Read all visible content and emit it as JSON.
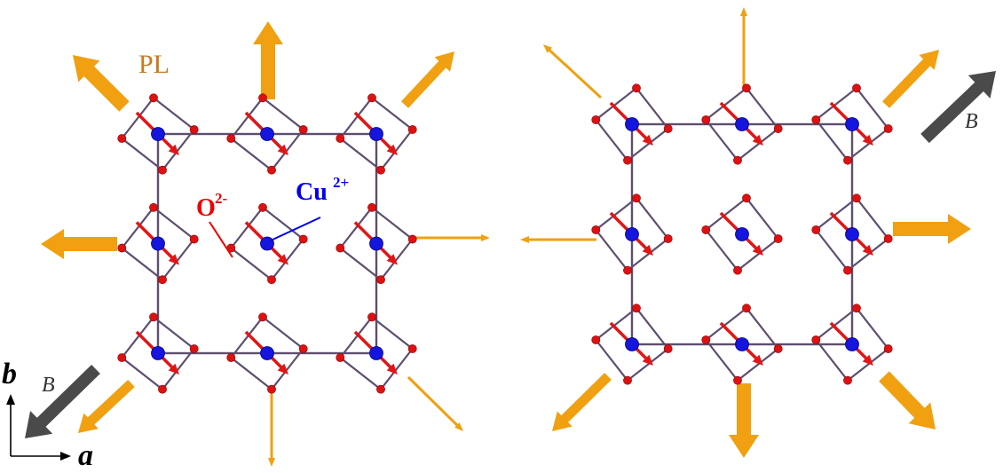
{
  "labels": {
    "pl": "PL",
    "oxygen": "O",
    "oxygen_charge": "2-",
    "copper": "Cu",
    "copper_charge": "2+",
    "axis_b": "b",
    "axis_a": "a",
    "field_left": "B",
    "field_right": "B"
  },
  "colors": {
    "pl_arrow": "#F0A010",
    "field_arrow": "#4A4A4A",
    "spin_arrow": "#E21515",
    "oxygen": "#DD1111",
    "copper": "#1515DD",
    "bond": "#5E4E6E",
    "oxygen_label": "#EE0000",
    "copper_label": "#0000EE",
    "pl_label": "#C87A1E"
  },
  "panels": [
    {
      "name": "left-panel",
      "field_direction": "down-left",
      "pl_arrows": [
        {
          "direction": "up-left",
          "intensity": "strong"
        },
        {
          "direction": "up",
          "intensity": "strong"
        },
        {
          "direction": "up-right",
          "intensity": "medium"
        },
        {
          "direction": "left",
          "intensity": "strong"
        },
        {
          "direction": "right",
          "intensity": "weak"
        },
        {
          "direction": "down-left",
          "intensity": "medium"
        },
        {
          "direction": "down",
          "intensity": "weak"
        },
        {
          "direction": "down-right",
          "intensity": "weak"
        }
      ]
    },
    {
      "name": "right-panel",
      "field_direction": "up-right",
      "pl_arrows": [
        {
          "direction": "up-left",
          "intensity": "weak"
        },
        {
          "direction": "up",
          "intensity": "weak"
        },
        {
          "direction": "up-right",
          "intensity": "medium"
        },
        {
          "direction": "left",
          "intensity": "weak"
        },
        {
          "direction": "right",
          "intensity": "strong"
        },
        {
          "direction": "down-left",
          "intensity": "medium"
        },
        {
          "direction": "down",
          "intensity": "strong"
        },
        {
          "direction": "down-right",
          "intensity": "strong"
        }
      ]
    }
  ]
}
